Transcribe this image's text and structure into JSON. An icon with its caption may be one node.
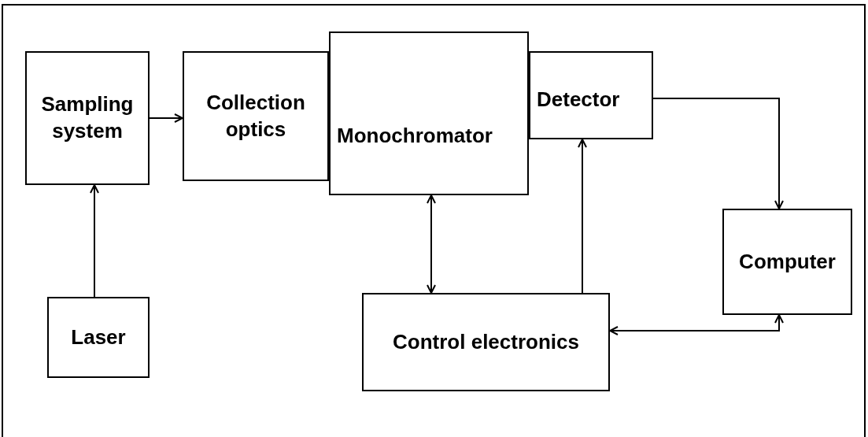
{
  "diagram": {
    "nodes": [
      {
        "text": [
          "Sampling system"
        ]
      },
      {
        "text": [
          "Collection optics"
        ]
      },
      {
        "text": [
          "Monochromator"
        ]
      },
      {
        "text": [
          "Detector"
        ]
      },
      {
        "text": [
          "Computer"
        ]
      },
      {
        "text": [
          "Laser"
        ]
      },
      {
        "text": [
          "Control electronics"
        ]
      }
    ],
    "edges": [
      {
        "from": 5,
        "to": 0,
        "arrow": "to"
      },
      {
        "from": 0,
        "to": 1,
        "arrow": "to"
      },
      {
        "from": 2,
        "to": 6,
        "arrow": "both"
      },
      {
        "from": 6,
        "to": 3,
        "arrow": "to"
      },
      {
        "from": 3,
        "to": 4,
        "arrow": "to"
      },
      {
        "from": 4,
        "to": 6,
        "arrow": "both"
      }
    ]
  }
}
